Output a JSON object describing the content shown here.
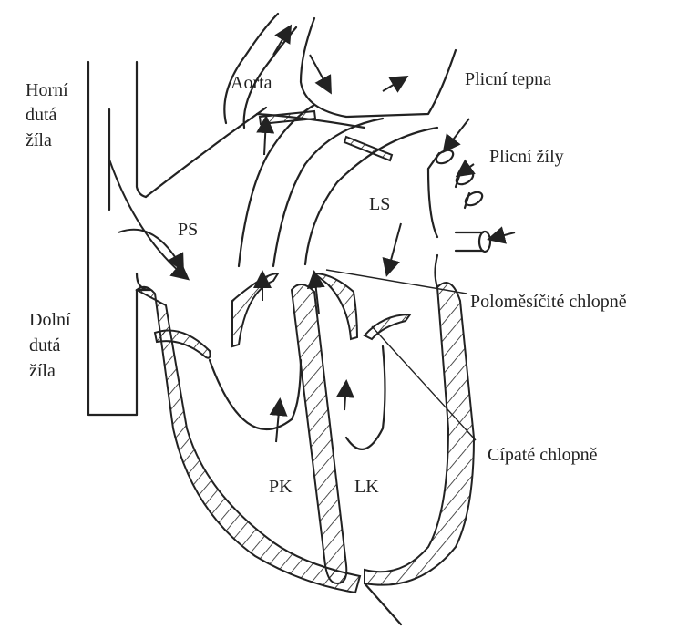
{
  "labels": {
    "horni_1": "Horní",
    "horni_2": "dutá",
    "horni_3": "žíla",
    "aorta": "Aorta",
    "plicni_tepna": "Plicní tepna",
    "plicni_zily": "Plicní žíly",
    "ps": "PS",
    "ls": "LS",
    "polomesicite": "Poloměsíčité chlopně",
    "dolni_1": "Dolní",
    "dolni_2": "dutá",
    "dolni_3": "žíla",
    "cipate": "Cípaté chlopně",
    "pk": "PK",
    "lk": "LK"
  }
}
